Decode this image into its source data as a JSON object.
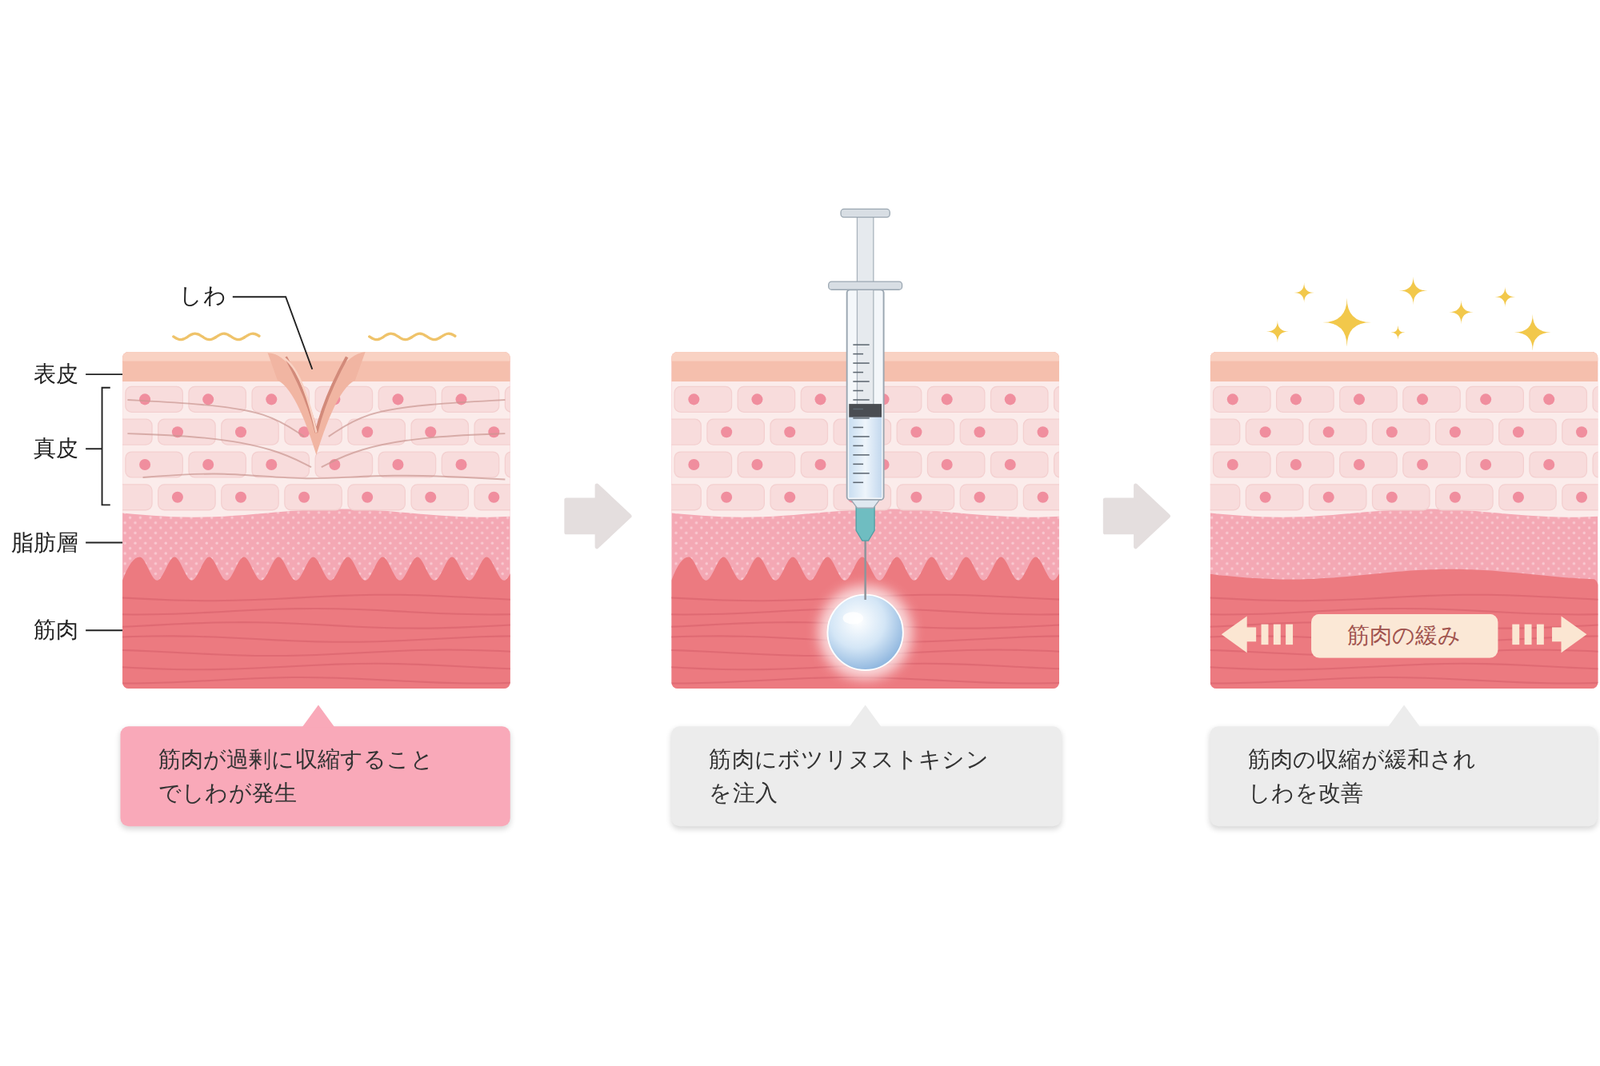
{
  "diagram": {
    "nodes": [
      {
        "text": [
          "筋肉が過剰に収縮すること でしわが発生"
        ]
      },
      {
        "text": [
          "筋肉にボツリヌストキシン を注入"
        ]
      },
      {
        "text": [
          "筋肉の緩み"
        ]
      },
      {
        "text": [
          "筋肉の収縮が緩和され しわを改善"
        ]
      }
    ],
    "labels": [
      "しわ",
      "表皮",
      "真皮",
      "脂肪層",
      "筋肉"
    ]
  }
}
